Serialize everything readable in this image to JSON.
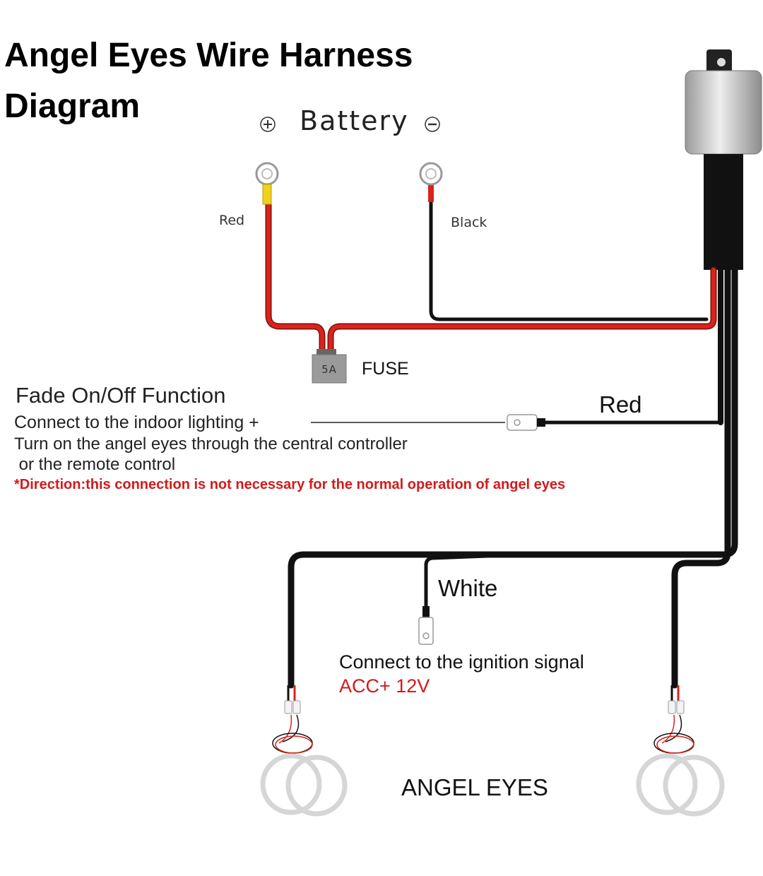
{
  "title_line1": "Angel Eyes Wire Harness",
  "title_line2": "Diagram",
  "battery": {
    "label": "Battery",
    "plus": "+",
    "minus": "−"
  },
  "labels": {
    "red_battery": "Red",
    "black_battery": "Black",
    "fuse_rating": "5A",
    "fuse": "FUSE",
    "red_fade": "Red",
    "white": "White",
    "angel_eyes": "ANGEL EYES"
  },
  "fade": {
    "heading": "Fade On/Off Function",
    "line1": "Connect to the indoor lighting +",
    "line2": "Turn on the angel eyes through the central controller",
    "line3": " or the remote control",
    "note": "*Direction:this connection is not necessary for the normal operation of angel eyes"
  },
  "ignition": {
    "line1": "Connect to the ignition signal",
    "line2": "ACC+ 12V"
  },
  "colors": {
    "wire_red": "#d9231c",
    "wire_black": "#111111",
    "note_red": "#d41a1a",
    "relay_grey": "#b8b8b8"
  }
}
